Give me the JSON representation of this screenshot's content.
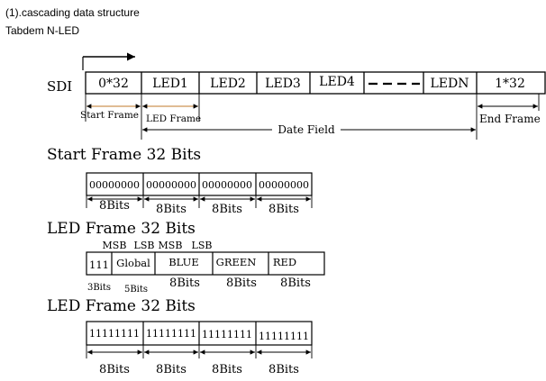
{
  "header": {
    "title": "(1).cascading data structure",
    "subtitle": "Tabdem N-LED"
  },
  "sdi": {
    "label": "SDI",
    "cells": [
      "0*32",
      "LED1",
      "LED2",
      "LED3",
      "LED4",
      "",
      "LEDN",
      "1*32"
    ],
    "start_frame_label": "Start Frame",
    "led_frame_label": "LED Frame",
    "date_field_label": "Date Field",
    "end_frame_label": "End Frame"
  },
  "start_frame": {
    "title": "Start Frame 32 Bits",
    "cells": [
      "00000000",
      "00000000",
      "00000000",
      "00000000"
    ],
    "bits_labels": [
      "8Bits",
      "8Bits",
      "8Bits",
      "8Bits"
    ]
  },
  "led_frame": {
    "title": "LED Frame 32 Bits",
    "msb_lsb": [
      "MSB",
      "LSB",
      "MSB",
      "LSB"
    ],
    "cells": [
      "111",
      "Global",
      "BLUE",
      "GREEN",
      "RED"
    ],
    "bits_labels": [
      "3Bits",
      "5Bits",
      "8Bits",
      "8Bits",
      "8Bits"
    ]
  },
  "end_frame": {
    "title": "LED Frame 32 Bits",
    "cells": [
      "11111111",
      "11111111",
      "11111111",
      "11111111"
    ],
    "bits_labels": [
      "8Bits",
      "8Bits",
      "8Bits",
      "8Bits"
    ]
  }
}
